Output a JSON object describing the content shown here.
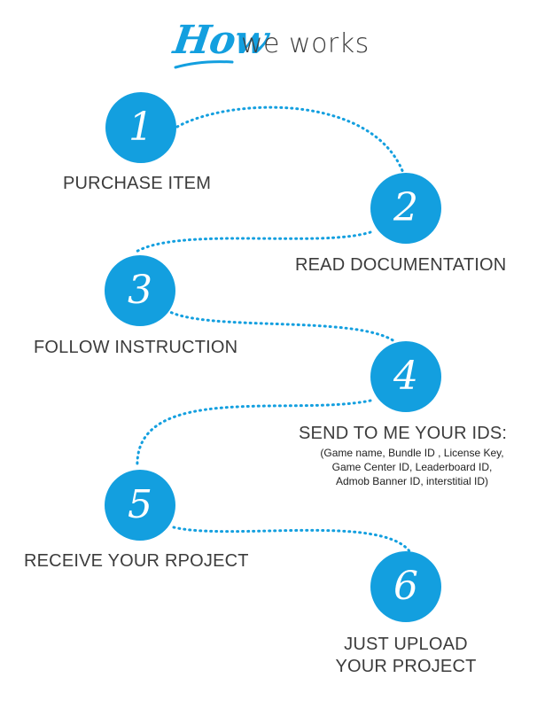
{
  "title": {
    "accent": "How",
    "rest": "we works"
  },
  "colors": {
    "accent": "#139fdf",
    "text": "#3c3c3c"
  },
  "steps": [
    {
      "number": "1",
      "label": "PURCHASE ITEM"
    },
    {
      "number": "2",
      "label": "READ DOCUMENTATION"
    },
    {
      "number": "3",
      "label": "FOLLOW INSTRUCTION"
    },
    {
      "number": "4",
      "label": "SEND TO ME YOUR IDS:",
      "details": [
        "(Game name, Bundle ID , License Key,",
        "Game Center ID, Leaderboard ID,",
        "Admob Banner ID, interstitial ID)"
      ]
    },
    {
      "number": "5",
      "label": "RECEIVE YOUR RPOJECT"
    },
    {
      "number": "6",
      "label": "JUST UPLOAD",
      "label_line2": "YOUR PROJECT"
    }
  ]
}
